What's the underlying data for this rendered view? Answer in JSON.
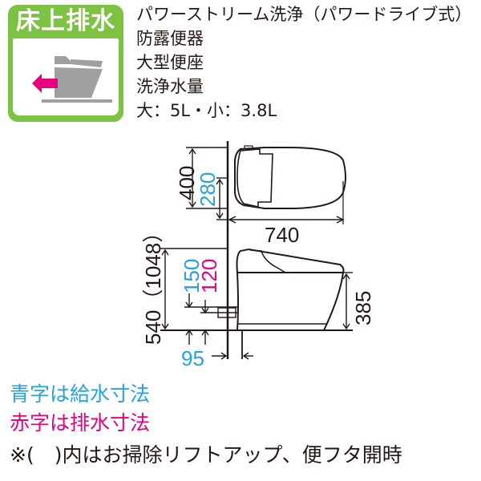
{
  "badge": {
    "title": "床上排水",
    "color_bg": "#7dc242",
    "icon": "floor-drain-toilet-icon",
    "arrow_color": "#e4007f",
    "toilet_color": "#a0a0a0"
  },
  "spec": {
    "lines": [
      "パワーストリーム洗浄（パワードライブ式）",
      "防露便器",
      "大型便座",
      "洗浄水量",
      "大：5L・小：3.8L"
    ]
  },
  "diagram": {
    "top_view": {
      "height_total": "400",
      "supply_offset": "280",
      "length": "740"
    },
    "side_view": {
      "height": "540（1048）",
      "supply_height": "150",
      "drain_height": "120",
      "bowl_height": "385",
      "wall_offset": "95"
    },
    "colors": {
      "line": "#231815",
      "supply": "#25a3dd",
      "drain": "#e4007f"
    }
  },
  "legend": {
    "blue_note": "青字は給水寸法",
    "red_note": "赤字は排水寸法",
    "paren_note": "※(　)内はお掃除リフトアップ、便フタ開時"
  }
}
